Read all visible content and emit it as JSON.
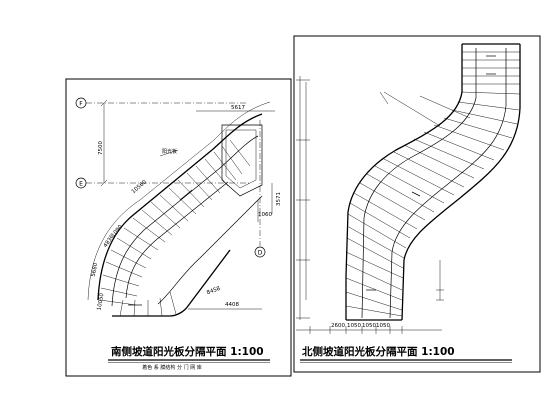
{
  "left_sheet": {
    "title": "南侧坡道阳光板分隔平面 1:100",
    "note": "着色 系 膜结构 分 门 网 库",
    "dims": [
      "5617",
      "7500",
      "10560",
      "1060",
      "3571",
      "4408",
      "8458",
      "5680",
      "4836",
      "1090",
      "10050"
    ],
    "labels": [
      "阳光板"
    ],
    "axes": [
      "F",
      "E",
      "D"
    ]
  },
  "right_sheet": {
    "title": "北侧坡道阳光板分隔平面 1:100",
    "dims": [
      "2600",
      "1050",
      "1050",
      "1050",
      "1050",
      "1050"
    ]
  }
}
